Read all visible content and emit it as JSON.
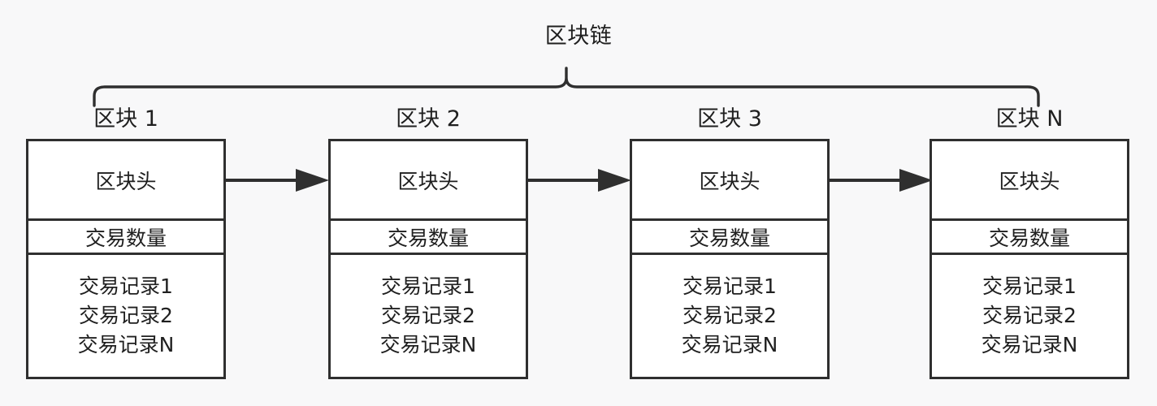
{
  "diagram": {
    "title": "区块链",
    "background_color": "#f8f8f9",
    "stroke_color": "#2f2f2f",
    "box_fill_color": "#ffffff",
    "text_color": "#1f1f1f",
    "brace": {
      "label": "区块链",
      "orientation": "down-pointing-curly-brace",
      "spans_blocks": 4
    },
    "section_labels": {
      "header": "区块头",
      "tx_count": "交易数量"
    },
    "blocks": [
      {
        "label": "区块 1",
        "header": "区块头",
        "tx_count": "交易数量",
        "records": [
          "交易记录1",
          "交易记录2",
          "交易记录N"
        ]
      },
      {
        "label": "区块 2",
        "header": "区块头",
        "tx_count": "交易数量",
        "records": [
          "交易记录1",
          "交易记录2",
          "交易记录N"
        ]
      },
      {
        "label": "区块 3",
        "header": "区块头",
        "tx_count": "交易数量",
        "records": [
          "交易记录1",
          "交易记录2",
          "交易记录N"
        ]
      },
      {
        "label": "区块 N",
        "header": "区块头",
        "tx_count": "交易数量",
        "records": [
          "交易记录1",
          "交易记录2",
          "交易记录N"
        ]
      }
    ],
    "connectors": [
      {
        "from": "区块 1",
        "to": "区块 2",
        "style": "solid-arrow-right"
      },
      {
        "from": "区块 2",
        "to": "区块 3",
        "style": "solid-arrow-right"
      },
      {
        "from": "区块 3",
        "to": "区块 N",
        "style": "solid-arrow-right"
      }
    ]
  }
}
